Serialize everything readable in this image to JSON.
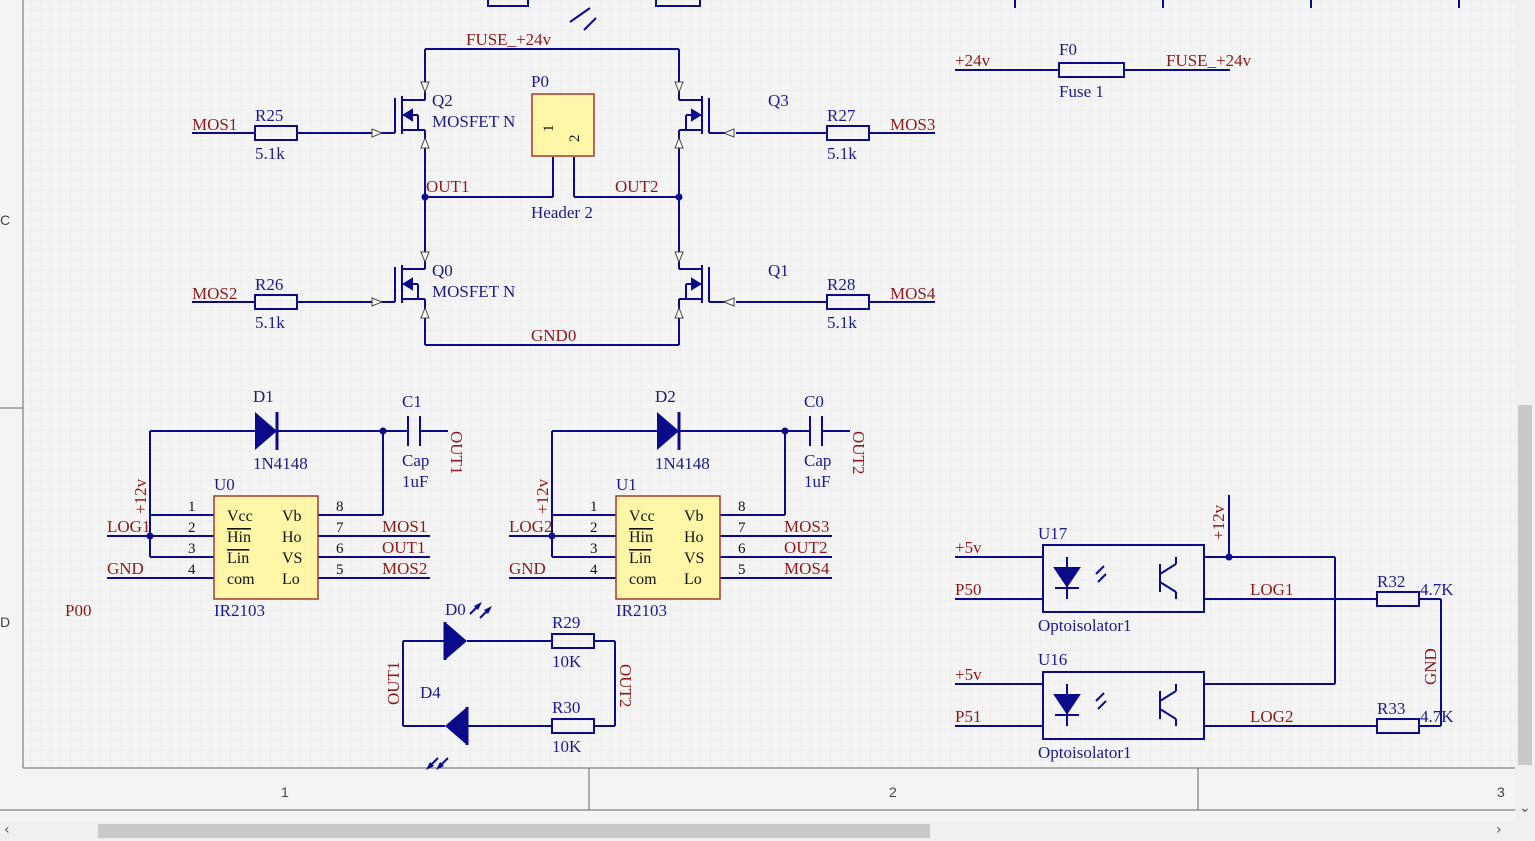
{
  "labels": {
    "fuse24_top": "FUSE_+24v",
    "p0": "P0",
    "header2": "Header 2",
    "q2": "Q2",
    "q2_type": "MOSFET N",
    "q0": "Q0",
    "q0_type": "MOSFET N",
    "q3": "Q3",
    "q1": "Q1",
    "mos1": "MOS1",
    "mos2": "MOS2",
    "mos3": "MOS3",
    "mos4": "MOS4",
    "r25": "R25",
    "r25_val": "5.1k",
    "r26": "R26",
    "r26_val": "5.1k",
    "r27": "R27",
    "r27_val": "5.1k",
    "r28": "R28",
    "r28_val": "5.1k",
    "out1": "OUT1",
    "out2": "OUT2",
    "gnd0": "GND0",
    "p0_pin1": "1",
    "p0_pin2": "2",
    "plus24": "+24v",
    "f0": "F0",
    "fuse1": "Fuse 1",
    "fuse24_right": "FUSE_+24v",
    "d1": "D1",
    "d1_type": "1N4148",
    "c1": "C1",
    "c1_type": "Cap",
    "c1_val": "1uF",
    "c1_net": "OUT1",
    "d2": "D2",
    "d2_type": "1N4148",
    "c0": "C0",
    "c0_type": "Cap",
    "c0_val": "1uF",
    "c0_net": "OUT2",
    "u0": "U0",
    "u1": "U1",
    "u0_part": "IR2103",
    "u1_part": "IR2103",
    "plus12_u0": "+12v",
    "plus12_u1": "+12v",
    "log1": "LOG1",
    "log2": "LOG2",
    "gnd_u0": "GND",
    "gnd_u1": "GND",
    "vcc": "Vcc",
    "hin": "Hin",
    "lin": "Lin",
    "com": "com",
    "vb": "Vb",
    "ho": "Ho",
    "vs": "VS",
    "lo": "Lo",
    "pin1": "1",
    "pin2": "2",
    "pin3": "3",
    "pin4": "4",
    "pin5": "5",
    "pin6": "6",
    "pin7": "7",
    "pin8": "8",
    "u0_mos1": "MOS1",
    "u0_out1": "OUT1",
    "u0_mos2": "MOS2",
    "u1_mos3": "MOS3",
    "u1_out2": "OUT2",
    "u1_mos4": "MOS4",
    "p00": "P00",
    "d0": "D0",
    "d4": "D4",
    "r29": "R29",
    "r29_val": "10K",
    "r30": "R30",
    "r30_val": "10K",
    "led_out1": "OUT1",
    "led_out2": "OUT2",
    "u17": "U17",
    "u16": "U16",
    "opto_u17": "Optoisolator1",
    "opto_u16": "Optoisolator1",
    "plus5_a": "+5v",
    "plus5_b": "+5v",
    "p50": "P50",
    "p51": "P51",
    "opto_log1": "LOG1",
    "opto_log2": "LOG2",
    "plus12_opto": "+12v",
    "r32": "R32",
    "r32_val": "4.7K",
    "r33": "R33",
    "r33_val": "4.7K",
    "opto_gnd": "GND",
    "edge_c": "C",
    "edge_d": "D"
  },
  "ruler": {
    "col1": "1",
    "col2": "2",
    "col3": "3"
  },
  "colors": {
    "wire": "#0a0a8a",
    "label": "#8b1a1a",
    "designator": "#1a1a8b",
    "component_fill": "#fff6a8",
    "component_stroke": "#a33a2a",
    "sheet_bg": "#f4f4f4",
    "grid": "#dddddd"
  },
  "scroll": {
    "left_arrow": "‹",
    "right_arrow": "›",
    "down_arrow": "⌄"
  }
}
